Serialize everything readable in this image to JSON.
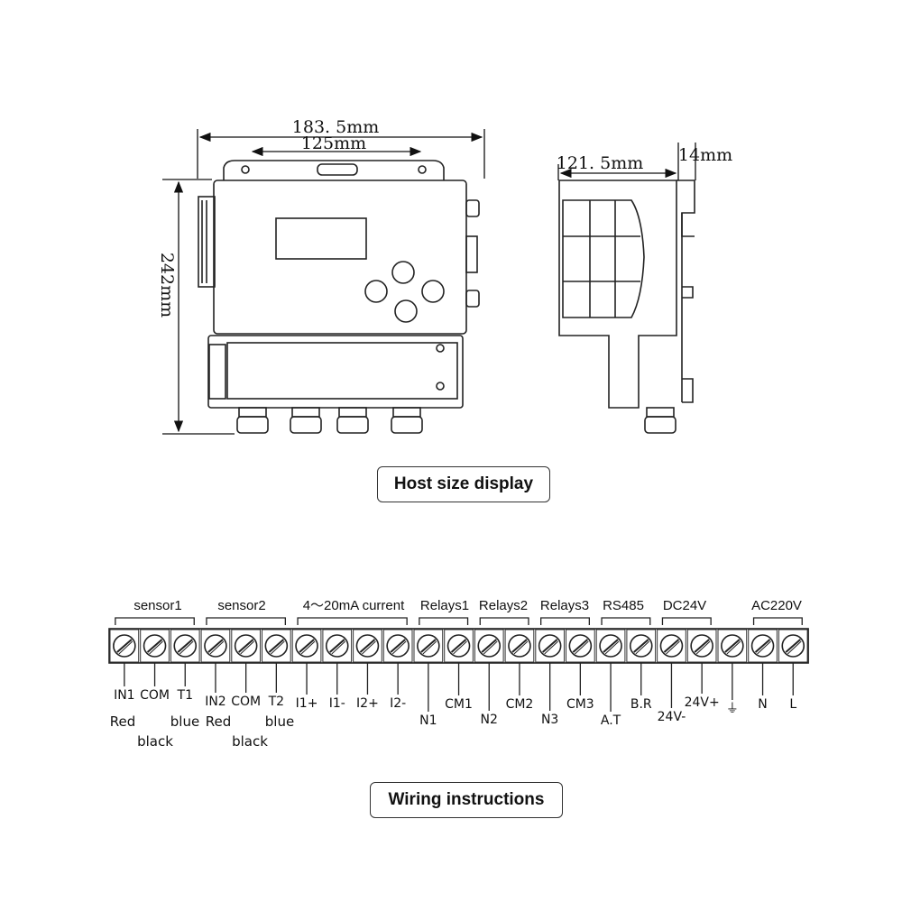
{
  "host": {
    "dim_width": "183. 5mm",
    "dim_mount": "125mm",
    "dim_height": "242mm",
    "dim_depth": "121. 5mm",
    "dim_rail": "14mm"
  },
  "captions": {
    "host_size": "Host size display",
    "wiring": "Wiring instructions"
  },
  "wiring": {
    "groups": [
      {
        "label": "sensor1"
      },
      {
        "label": "sensor2"
      },
      {
        "label": "4～20mA current"
      },
      {
        "label": "Relays1"
      },
      {
        "label": "Relays2"
      },
      {
        "label": "Relays3"
      },
      {
        "label": "RS485"
      },
      {
        "label": "DC24V"
      },
      {
        "label": "AC220V"
      }
    ],
    "terminals": [
      "IN1",
      "COM",
      "T1",
      "IN2",
      "COM",
      "T2",
      "I1+",
      "I1-",
      "I2+",
      "I2-",
      "N1",
      "CM1",
      "N2",
      "CM2",
      "N3",
      "CM3",
      "A.T",
      "B.R",
      "24V-",
      "24V+",
      "⏚",
      "N",
      "L"
    ],
    "wire_colors": [
      {
        "text": "Red"
      },
      {
        "text": "black"
      },
      {
        "text": "blue"
      },
      {
        "text": "Red"
      },
      {
        "text": "black"
      },
      {
        "text": "blue"
      }
    ]
  }
}
